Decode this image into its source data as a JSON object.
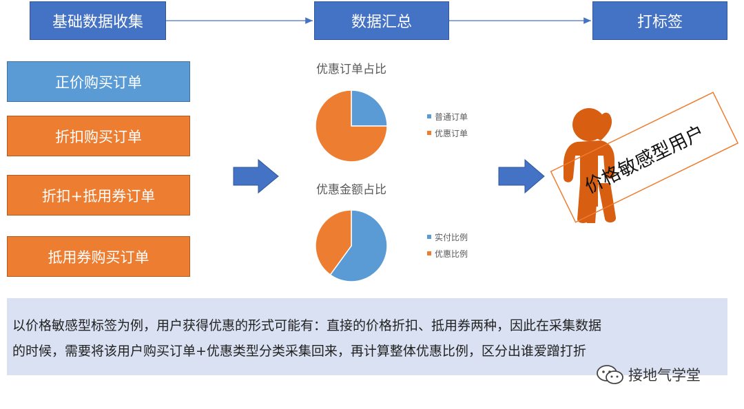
{
  "headers": [
    "基础数据收集",
    "数据汇总",
    "打标签"
  ],
  "orders": [
    "正价购买订单",
    "折扣购买订单",
    "折扣+抵用券订单",
    "抵用券购买订单"
  ],
  "chart_data": [
    {
      "type": "pie",
      "title": "优惠订单占比",
      "labels": [
        "普通订单",
        "优惠订单"
      ],
      "values": [
        25,
        75
      ],
      "colors": [
        "#5b9bd5",
        "#ed7d31"
      ]
    },
    {
      "type": "pie",
      "title": "优惠金额占比",
      "labels": [
        "实付比例",
        "优惠比例"
      ],
      "values": [
        60,
        40
      ],
      "colors": [
        "#5b9bd5",
        "#ed7d31"
      ]
    }
  ],
  "tag_label": "价格敏感型用户",
  "caption": {
    "line1": "以价格敏感型标签为例，用户获得优惠的形式可能有：直接的价格折扣、抵用券两种，因此在采集数据",
    "line2": "的时候，需要将该用户购买订单+优惠类型分类采集回来，再计算整体优惠比例，区分出谁爱蹭打折"
  },
  "watermark": "接地气学堂",
  "colors": {
    "header": "#4472c4",
    "blue": "#5b9bd5",
    "orange": "#ed7d31",
    "caption_bg": "#d9e1f2"
  }
}
